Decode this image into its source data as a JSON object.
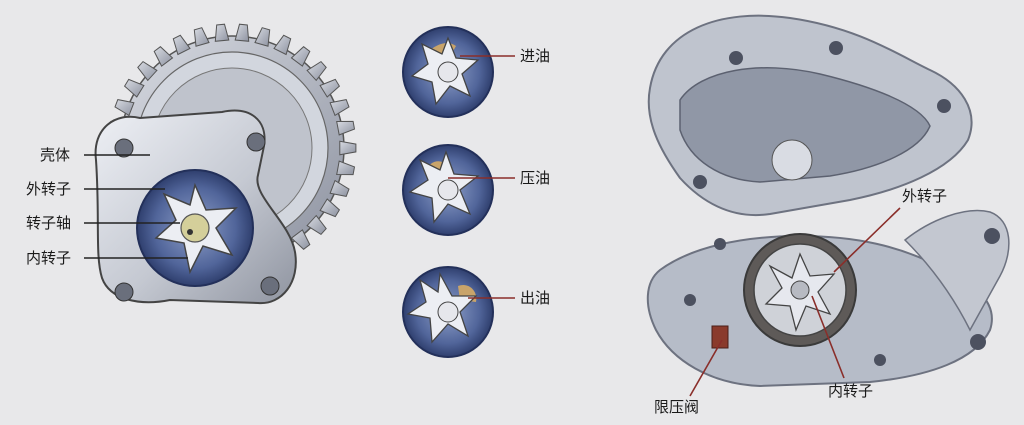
{
  "left_diagram": {
    "labels": {
      "shell": "壳体",
      "outer_rotor": "外转子",
      "rotor_shaft": "转子轴",
      "inner_rotor": "内转子"
    }
  },
  "middle_diagram": {
    "stages": [
      {
        "label": "进油"
      },
      {
        "label": "压油"
      },
      {
        "label": "出油"
      }
    ]
  },
  "right_photo": {
    "labels": {
      "outer_rotor": "外转子",
      "pressure_valve": "限压阀",
      "inner_rotor": "内转子"
    }
  },
  "colors": {
    "background": "#e8e8ea",
    "metal": "#c9ccd3",
    "housing_blue": "#4a5e93",
    "oil": "#c9a46a",
    "leader_line": "#8a2e2a"
  }
}
